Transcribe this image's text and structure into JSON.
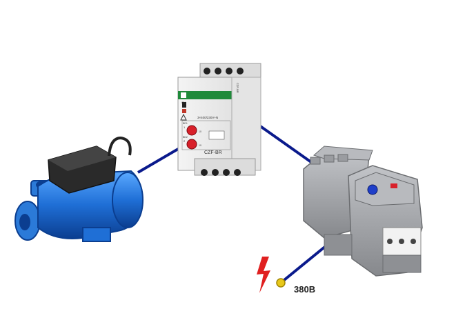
{
  "relay": {
    "model": "CZF-BR",
    "rating": "3×400/230V+N",
    "led_on": "ON",
    "label_1": "1",
    "label_2": "2",
    "knob1_lo": "BD1",
    "knob1_hi": "10",
    "knob2_lo": "BD2",
    "knob2_hi": "10",
    "side_label": "CZF-BR"
  },
  "supply": {
    "voltage_label": "380В"
  },
  "colors": {
    "wire": "#0a1a8c",
    "pump_body": "#1f6fd6",
    "relay_green": "#1f8a3a",
    "knob_red": "#d8202a",
    "contactor_gray": "#9a9ca0",
    "lightning_red": "#e02020",
    "terminal_yellow": "#e8c81a"
  },
  "icons": {
    "pump": "water-pump-icon",
    "relay": "phase-control-relay-icon",
    "contactor": "contactor-with-thermal-relay-icon",
    "lightning": "lightning-bolt-icon"
  }
}
